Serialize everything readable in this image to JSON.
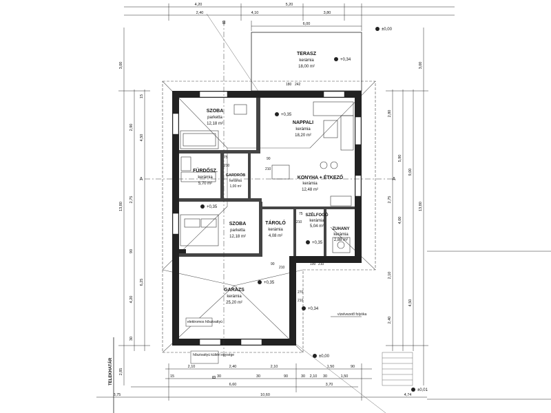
{
  "rooms": {
    "terasz": {
      "name": "TERASZ",
      "material": "kerámia",
      "area": "18,00 m²"
    },
    "szoba1": {
      "name": "SZOBA",
      "material": "parketta",
      "area": "12,18 m²"
    },
    "nappali": {
      "name": "NAPPALI",
      "material": "kerámia",
      "area": "18,20 m²"
    },
    "furdo": {
      "name": "FÜRDŐSZ.",
      "material": "kerámia",
      "area": "5,70 m²"
    },
    "gardrob": {
      "name": "GARDRÓB",
      "material": "kerámia",
      "area": "1,00 m²"
    },
    "konyha": {
      "name": "KONYHA + ÉTKEZŐ",
      "material": "kerámia",
      "area": "12,48 m²"
    },
    "szelfogo": {
      "name": "SZÉLFOGÓ",
      "material": "kerámia",
      "area": "5,04 m²"
    },
    "zuhany": {
      "name": "ZUHANY",
      "material": "kerámia",
      "area": "2,88 m²"
    },
    "szoba2": {
      "name": "SZOBA",
      "material": "parketta",
      "area": "12,18 m²"
    },
    "tarolo": {
      "name": "TÁROLÓ",
      "material": "kerámia",
      "area": "4,08 m²"
    },
    "garazs": {
      "name": "GARÁZS",
      "material": "kerámia",
      "area": "25,20 m²"
    }
  },
  "levels": {
    "l1": "±0,00",
    "l2": "+0,34",
    "l3": "+0,35",
    "l4": "+0,35",
    "l5": "+0,35",
    "l6": "+0,35",
    "l7": "+0,34",
    "l8": "±0,00",
    "l9": "±0,01"
  },
  "dims_top": {
    "a": "4,20",
    "b": "5,20",
    "c": "2,40",
    "d": "4,10",
    "e": "3,80",
    "f": "6,00"
  },
  "dims_bottom": {
    "a": "2,10",
    "b": "2,40",
    "c": "2,10",
    "d": "1,50",
    "e": "90",
    "f": "15",
    "g": "30",
    "h": "30",
    "i": "90",
    "j": "30",
    "k": "2,10",
    "l": "30",
    "m": "1,50",
    "n": "6,60",
    "o": "3,70",
    "p": "3,75",
    "q": "10,60",
    "r": "4,74"
  },
  "dims_left": {
    "a": "3,00",
    "b": "2,90",
    "c": "4,50",
    "d": "2,75",
    "e": "13,80",
    "f": "6,25",
    "g": "4,20",
    "h": "2,85",
    "i": "90",
    "j": "30",
    "k": "15"
  },
  "dims_right": {
    "a": "3,00",
    "b": "2,80",
    "c": "5,90",
    "d": "9,00",
    "e": "2,75",
    "f": "13,80",
    "g": "4,00",
    "h": "2,10",
    "i": "2,40",
    "j": "4,50"
  },
  "doors": {
    "d1": "75",
    "d2": "210",
    "d3": "90",
    "d4": "210",
    "d5": "75",
    "d6": "210",
    "d7": "90",
    "d8": "210",
    "d9": "100",
    "d10": "210",
    "d11": "270",
    "d12": "210",
    "d13": "242",
    "d14": "180"
  },
  "section_marks": {
    "a_left": "A",
    "a_right": "A",
    "b_top": "B",
    "b_bottom": "B"
  },
  "labels": {
    "telekhatar": "TELEKHATÁR",
    "szivattyu": "hőszivattyú kültéri egysége",
    "elektromos": "elektromos hőszivattyú",
    "viznyelo": "vízelvezető folyóka"
  }
}
